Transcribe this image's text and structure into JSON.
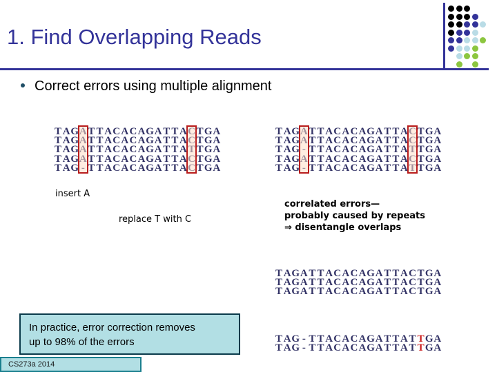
{
  "slide": {
    "title": "1. Find Overlapping Reads",
    "bullet": "Correct errors using multiple alignment",
    "footer": "CS273a 2014"
  },
  "alignment_left": {
    "rows": [
      "TAGATTACACAGATTACTGA",
      "TAGATTACACAGATTACTGA",
      "TAGATTACACAGATTATTGA",
      "TAGATTACACAGATTACTGA",
      "TAG-TTACACAGATTACTGA"
    ],
    "highlight_columns": [
      3,
      16
    ],
    "annotation_insert": "insert A",
    "annotation_replace": "replace T with C"
  },
  "alignment_right": {
    "rows": [
      "TAGATTACACAGATTACTGA",
      "TAGATTACACAGATTACTGA",
      "TAG-TTACACAGATTATTGA",
      "TAGATTACACAGATTACTGA",
      "TAG-TTACACAGATTATTGA"
    ],
    "highlight_columns": [
      3,
      16
    ],
    "annotation_lines": [
      "correlated errors—",
      "probably caused by repeats",
      "⇒ disentangle overlaps"
    ]
  },
  "consensus_block": {
    "rows": [
      "TAGATTACACAGATTACTGA",
      "TAGATTACACAGATTACTGA",
      "TAGATTACACAGATTACTGA"
    ]
  },
  "variant_block": {
    "rows": [
      "TAG-TTACACAGATTATTGA",
      "TAG-TTACACAGATTATTGA"
    ],
    "red_index": 17
  },
  "practice_note": {
    "line1": "In practice, error correction removes",
    "line2": "up to 98% of the errors"
  },
  "colors": {
    "title": "#333399",
    "sequence": "#333366",
    "highlight_border": "#b81c1c",
    "callout_fill": "#b2dfe4",
    "callout_border": "#0a3a4a",
    "red_base": "#cc2222"
  },
  "logo": {
    "name": "dot-matrix-logo",
    "palette": [
      "#000000",
      "#333399",
      "#b9dce6",
      "#8cc63f"
    ],
    "grid": [
      [
        "#000000",
        "#000000",
        "#000000",
        "",
        "",
        ""
      ],
      [
        "#000000",
        "#000000",
        "#000000",
        "#333399",
        "",
        ""
      ],
      [
        "#000000",
        "#000000",
        "#333399",
        "#333399",
        "#b9dce6",
        ""
      ],
      [
        "#000000",
        "#333399",
        "#333399",
        "#b9dce6",
        "",
        ""
      ],
      [
        "#333399",
        "#333399",
        "#b9dce6",
        "#b9dce6",
        "#8cc63f",
        ""
      ],
      [
        "#333399",
        "#b9dce6",
        "#b9dce6",
        "#8cc63f",
        "",
        ""
      ],
      [
        "",
        "#b9dce6",
        "#8cc63f",
        "#8cc63f",
        "",
        ""
      ],
      [
        "",
        "#8cc63f",
        "",
        "#8cc63f",
        "",
        ""
      ]
    ]
  }
}
